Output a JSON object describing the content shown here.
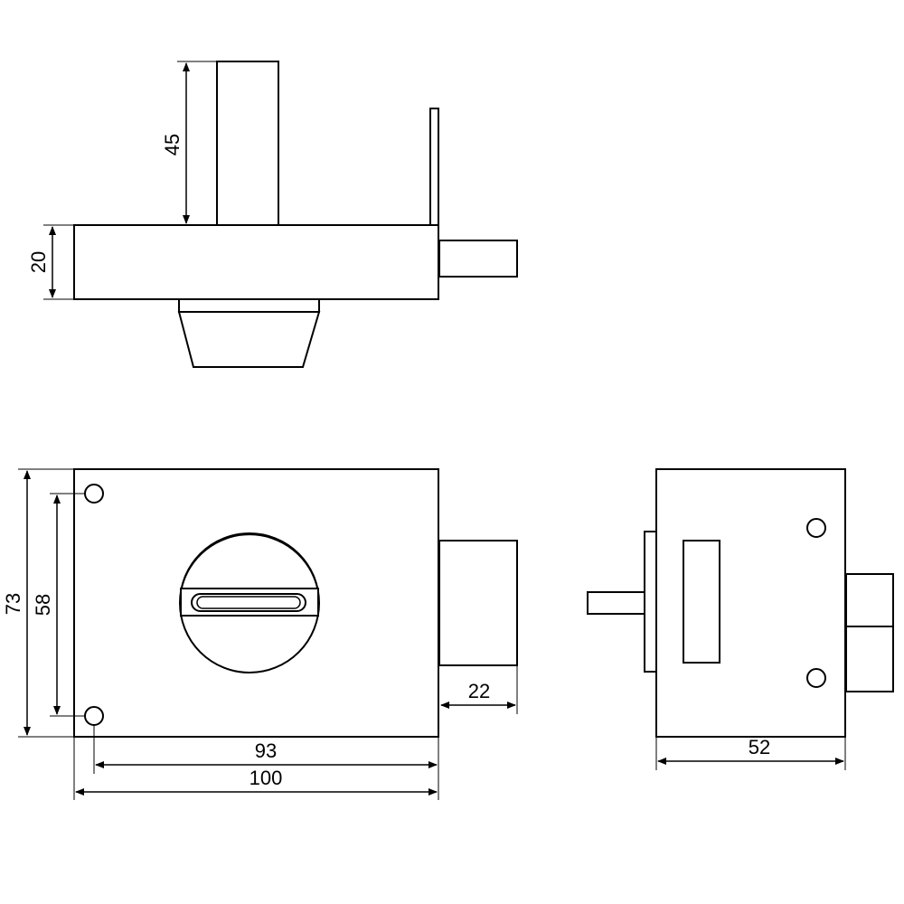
{
  "dimensions": {
    "top_height": "45",
    "body_thickness": "20",
    "overall_height": "73",
    "hole_spacing_vertical": "58",
    "bolt_projection": "22",
    "hole_spacing_horizontal": "93",
    "overall_width": "100",
    "side_depth": "52"
  },
  "colors": {
    "line": "#000000",
    "background": "#ffffff"
  }
}
